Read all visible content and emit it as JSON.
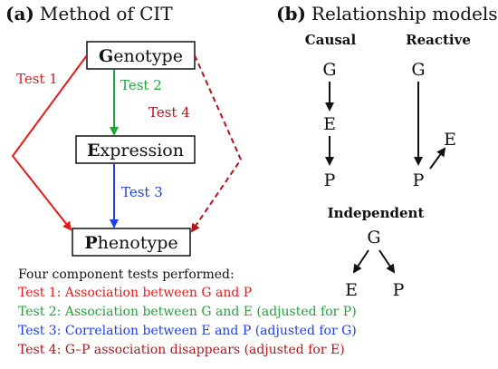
{
  "panel_a": {
    "label": "(a)",
    "title": "Method of CIT",
    "nodes": {
      "genotype": {
        "initial": "G",
        "rest": "enotype"
      },
      "expression": {
        "initial": "E",
        "rest": "xpression"
      },
      "phenotype": {
        "initial": "P",
        "rest": "henotype"
      }
    },
    "edges": {
      "test1": "Test 1",
      "test2": "Test 2",
      "test3": "Test 3",
      "test4": "Test 4"
    }
  },
  "panel_b": {
    "label": "(b)",
    "title": "Relationship models",
    "causal": {
      "heading": "Causal",
      "g": "G",
      "e": "E",
      "p": "P"
    },
    "reactive": {
      "heading": "Reactive",
      "g": "G",
      "p": "P",
      "e": "E"
    },
    "independent": {
      "heading": "Independent",
      "g": "G",
      "e": "E",
      "p": "P"
    }
  },
  "legend": {
    "heading": "Four component tests performed:",
    "items": [
      {
        "text": "Test 1: Association between G and P",
        "color": "#e8191a"
      },
      {
        "text": "Test 2: Association between G and E (adjusted for P)",
        "color": "#22a33a"
      },
      {
        "text": "Test 3: Correlation between E and P (adjusted for G)",
        "color": "#1d3fe5"
      },
      {
        "text": "Test 4: G–P association disappears (adjusted for E)",
        "color": "#b0151a"
      }
    ]
  },
  "colors": {
    "test1": "#e8191a",
    "test2": "#22a33a",
    "test3": "#1d3fe5",
    "test4": "#b0151a",
    "ink": "#111111"
  }
}
